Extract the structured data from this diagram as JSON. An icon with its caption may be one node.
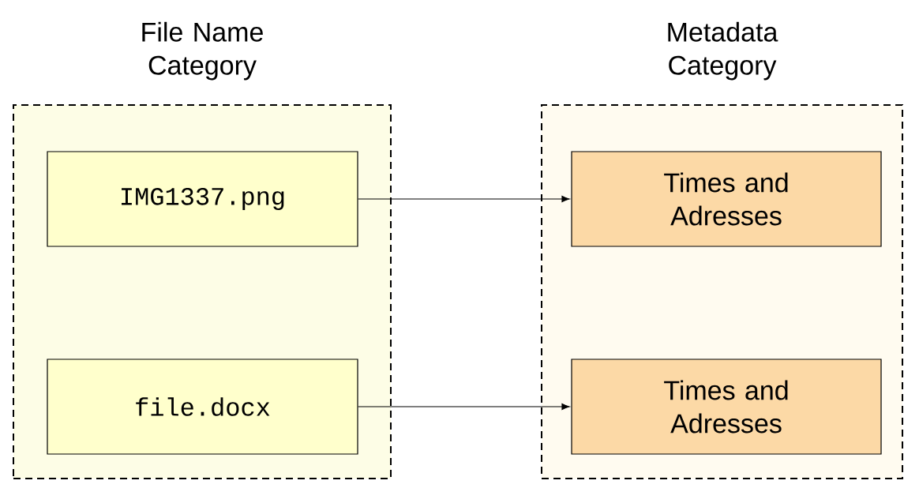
{
  "diagram": {
    "nodes": [
      {
        "text": [
          "File Name Category"
        ]
      },
      {
        "text": [
          "IMG1337.png"
        ],
        "in": 0
      },
      {
        "text": [
          "file.docx"
        ],
        "in": 0
      },
      {
        "text": [
          "Metadata Category"
        ]
      },
      {
        "text": [
          "Times and Adresses"
        ],
        "in": 3
      },
      {
        "text": [
          "Times and Adresses"
        ],
        "in": 3
      }
    ],
    "edges": [
      {
        "from": 1,
        "to": 4,
        "arrow": "to"
      },
      {
        "from": 2,
        "to": 5,
        "arrow": "to"
      }
    ]
  }
}
